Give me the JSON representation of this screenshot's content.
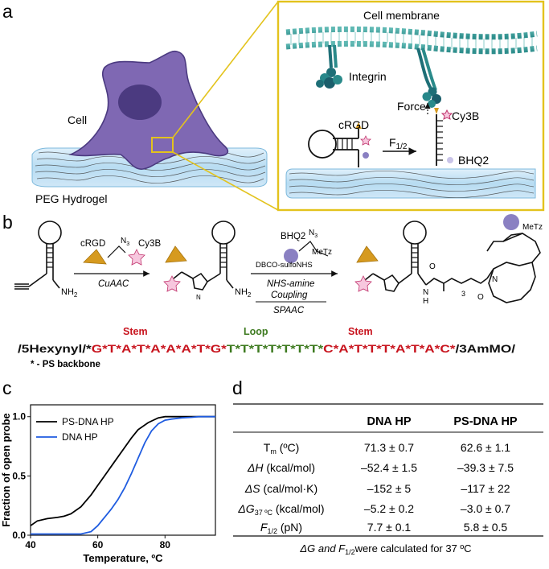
{
  "panels": {
    "a": "a",
    "b": "b",
    "c": "c",
    "d": "d"
  },
  "panel_a": {
    "cell_label": "Cell",
    "hydrogel_label": "PEG Hydrogel",
    "inset": {
      "membrane_label": "Cell membrane",
      "integrin_label": "Integrin",
      "force_label": "Force",
      "fluor_label": "Cy3B",
      "ligand_label": "cRGD",
      "quencher_label": "BHQ2",
      "f_label": "F",
      "f_sub": "1/2"
    }
  },
  "panel_b": {
    "reagents1": {
      "crgd": "cRGD",
      "n3": "N",
      "n3_sub": "3",
      "cy3b": "Cy3B"
    },
    "step1": "CuAAC",
    "nh2": "NH",
    "nh2_sub": "2",
    "reagents2": {
      "line1": "DBCO-sulfoNHS",
      "bhq2": "BHQ2",
      "n3": "N",
      "n3_sub": "3",
      "metz": "MeTz"
    },
    "step2a": "NHS-amine",
    "step2b": "Coupling",
    "step3": "SPAAC",
    "product": {
      "metz": "MeTz",
      "o": "O",
      "n": "N",
      "h": "H",
      "sub3": "3"
    },
    "stem_left": "Stem",
    "loop": "Loop",
    "stem_right": "Stem",
    "sequence": {
      "prefix": "/5Hexynyl/*",
      "stem5": "G*T*A*T*A*A*A*T*G*",
      "loop": "T*T*T*T*T*T*T*",
      "stem3": "C*A*T*T*T*A*T*A*C*",
      "suffix": "/3AmMO/"
    },
    "footnote": "* - PS backbone",
    "colors": {
      "stem": "#c8141e",
      "loop": "#3d7a1f",
      "orange": "#d69a1f",
      "pink": "#f7c7de",
      "purple": "#8a80c2"
    }
  },
  "chart_data": {
    "type": "line",
    "xlabel": "Temperature, ºC",
    "ylabel": "Fraction of open probe",
    "xlim": [
      40,
      95
    ],
    "ylim": [
      0,
      1.1
    ],
    "xticks": [
      40,
      60,
      80
    ],
    "yticks": [
      0.0,
      0.5,
      1.0
    ],
    "legend_position": "top-left",
    "series": [
      {
        "name": "PS-DNA HP",
        "color": "#000000",
        "x": [
          40,
          42,
          45,
          48,
          50,
          52,
          55,
          58,
          60,
          62,
          65,
          68,
          70,
          72,
          75,
          78,
          80,
          82,
          85,
          90,
          95
        ],
        "y": [
          0.08,
          0.12,
          0.14,
          0.15,
          0.16,
          0.18,
          0.24,
          0.34,
          0.42,
          0.5,
          0.62,
          0.74,
          0.82,
          0.89,
          0.95,
          0.99,
          1.0,
          1.0,
          1.0,
          1.0,
          1.0
        ]
      },
      {
        "name": "DNA HP",
        "color": "#1f5ce0",
        "x": [
          40,
          45,
          50,
          55,
          58,
          60,
          62,
          64,
          66,
          68,
          70,
          72,
          74,
          76,
          78,
          80,
          82,
          85,
          88,
          90,
          95
        ],
        "y": [
          0.01,
          0.01,
          0.01,
          0.01,
          0.03,
          0.08,
          0.15,
          0.22,
          0.3,
          0.4,
          0.52,
          0.65,
          0.78,
          0.88,
          0.94,
          0.97,
          0.98,
          0.99,
          0.995,
          1.0,
          1.0
        ]
      }
    ]
  },
  "panel_d": {
    "headers": [
      "",
      "DNA HP",
      "PS-DNA HP"
    ],
    "rows": [
      {
        "label": "T",
        "sub": "m",
        "unit": " (ºC)",
        "dna": "71.3 ± 0.7",
        "ps": "62.6 ± 1.1"
      },
      {
        "label": "ΔH",
        "sub": "",
        "unit": " (kcal/mol)",
        "dna": "–52.4 ± 1.5",
        "ps": "–39.3 ± 7.5"
      },
      {
        "label": "ΔS",
        "sub": "",
        "unit": " (cal/mol·K)",
        "dna": "–152 ± 5",
        "ps": "–117 ± 22"
      },
      {
        "label": "ΔG",
        "sub": "37 ºC",
        "unit": " (kcal/mol)",
        "dna": "–5.2 ± 0.2",
        "ps": "–3.0 ± 0.7"
      },
      {
        "label": "F",
        "sub": "1/2",
        "unit": " (pN)",
        "dna": "7.7 ± 0.1",
        "ps": "5.8 ± 0.5"
      }
    ],
    "caption": {
      "pre": "ΔG and ",
      "f": "F",
      "fsub": "1/2",
      "post": "were calculated for 37 ºC"
    }
  }
}
